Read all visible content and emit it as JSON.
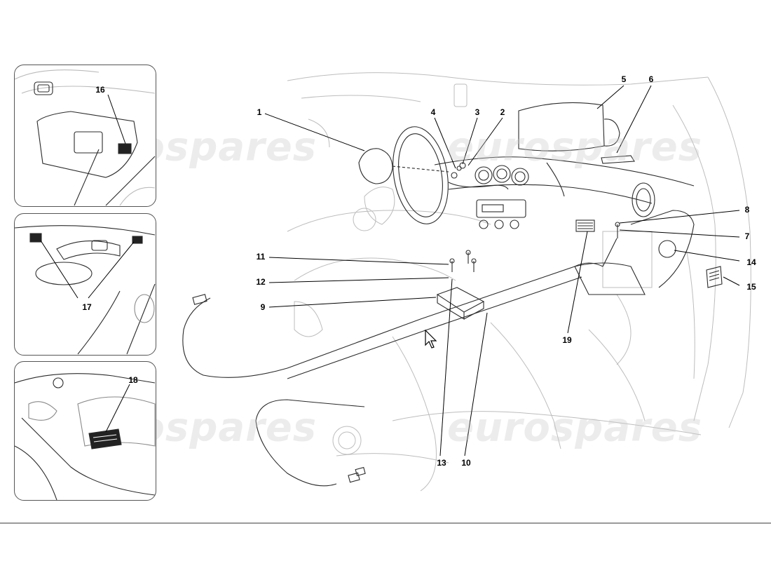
{
  "watermark": {
    "text": "eurospares",
    "color": "#c8c8c8"
  },
  "callouts": {
    "c1": "1",
    "c2": "2",
    "c3": "3",
    "c4": "4",
    "c5": "5",
    "c6": "6",
    "c7": "7",
    "c8": "8",
    "c9": "9",
    "c10": "10",
    "c11": "11",
    "c12": "12",
    "c13": "13",
    "c14": "14",
    "c15": "15",
    "c16": "16",
    "c17": "17",
    "c18": "18",
    "c19": "19"
  },
  "colors": {
    "line": "#2b2b2b",
    "faint": "#b8b8b8",
    "panel_border": "#555555",
    "rule": "#9a9a9a"
  },
  "icons": {
    "pointer": "mouse-pointer-icon"
  }
}
